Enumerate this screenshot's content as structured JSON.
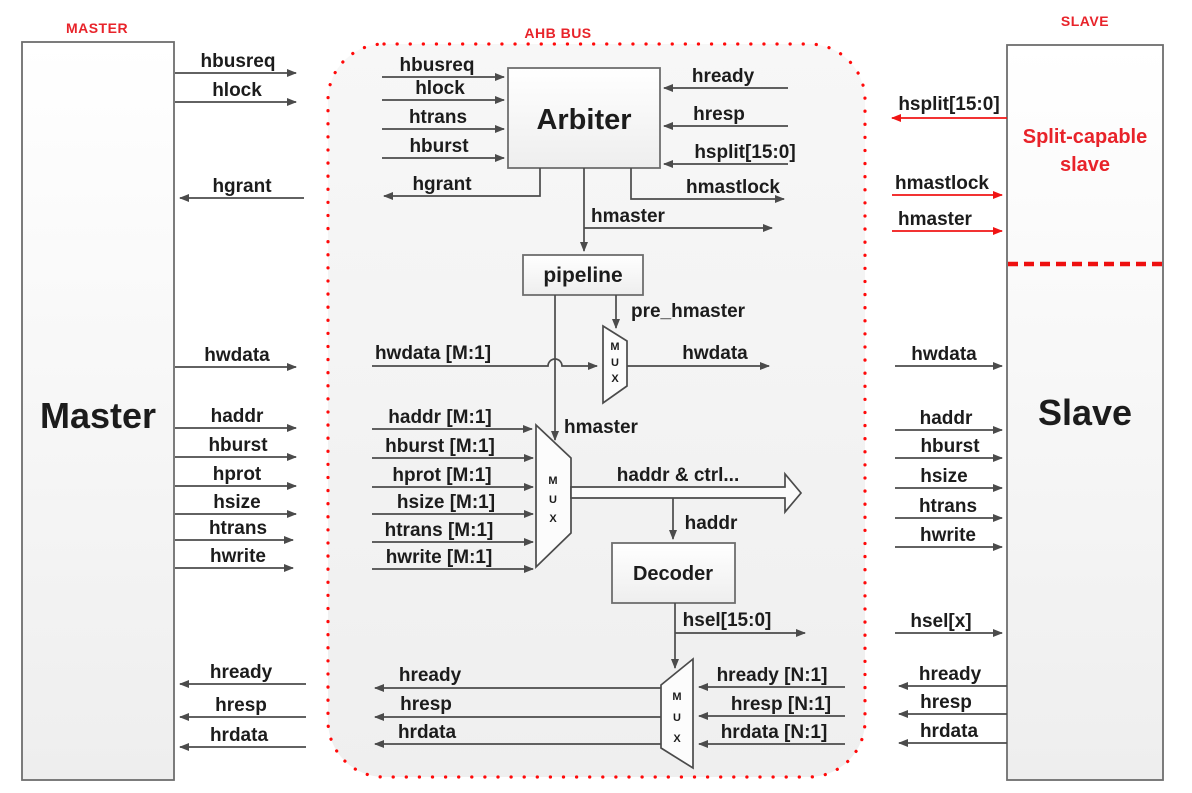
{
  "colors": {
    "accent_red": "#e8232a",
    "wire_gray": "#4b4b4b"
  },
  "headers": {
    "master": "MASTER",
    "bus": "AHB BUS",
    "slave": "SLAVE"
  },
  "master": {
    "title": "Master",
    "out_top": [
      "hbusreq",
      "hlock"
    ],
    "in_grant": "hgrant",
    "out_hwdata": "hwdata",
    "out_addr": [
      "haddr",
      "hburst",
      "hprot",
      "hsize",
      "htrans",
      "hwrite"
    ],
    "in_bottom": [
      "hready",
      "hresp",
      "hrdata"
    ]
  },
  "bus": {
    "arbiter": {
      "title": "Arbiter",
      "in_left": [
        "hbusreq",
        "hlock",
        "htrans",
        "hburst"
      ],
      "out_grant": "hgrant",
      "in_right": [
        "hready",
        "hresp",
        "hsplit[15:0]"
      ],
      "out_mastlock": "hmastlock",
      "out_master": "hmaster"
    },
    "pipeline": {
      "title": "pipeline",
      "out_pre": "pre_hmaster",
      "out_select": "hmaster"
    },
    "wdata_mux": {
      "label": "MUX",
      "input": "hwdata [M:1]",
      "output": "hwdata"
    },
    "addr_mux": {
      "label": "MUX",
      "inputs": [
        "haddr [M:1]",
        "hburst [M:1]",
        "hprot [M:1]",
        "hsize [M:1]",
        "htrans [M:1]",
        "hwrite [M:1]"
      ],
      "output": "haddr & ctrl...",
      "to_decoder": "haddr"
    },
    "decoder": {
      "title": "Decoder",
      "output": "hsel[15:0]"
    },
    "read_mux": {
      "label": "MUX",
      "inputs": [
        "hready [N:1]",
        "hresp [N:1]",
        "hrdata [N:1]"
      ],
      "outputs": [
        "hready",
        "hresp",
        "hrdata"
      ]
    }
  },
  "slave": {
    "title": "Slave",
    "subtitle_line1": "Split-capable",
    "subtitle_line2": "slave",
    "out_split": "hsplit[15:0]",
    "in_red": [
      "hmastlock",
      "hmaster"
    ],
    "in_hwdata": "hwdata",
    "in_addr": [
      "haddr",
      "hburst",
      "hsize",
      "htrans",
      "hwrite"
    ],
    "in_sel": "hsel[x]",
    "out_bottom": [
      "hready",
      "hresp",
      "hrdata"
    ]
  }
}
